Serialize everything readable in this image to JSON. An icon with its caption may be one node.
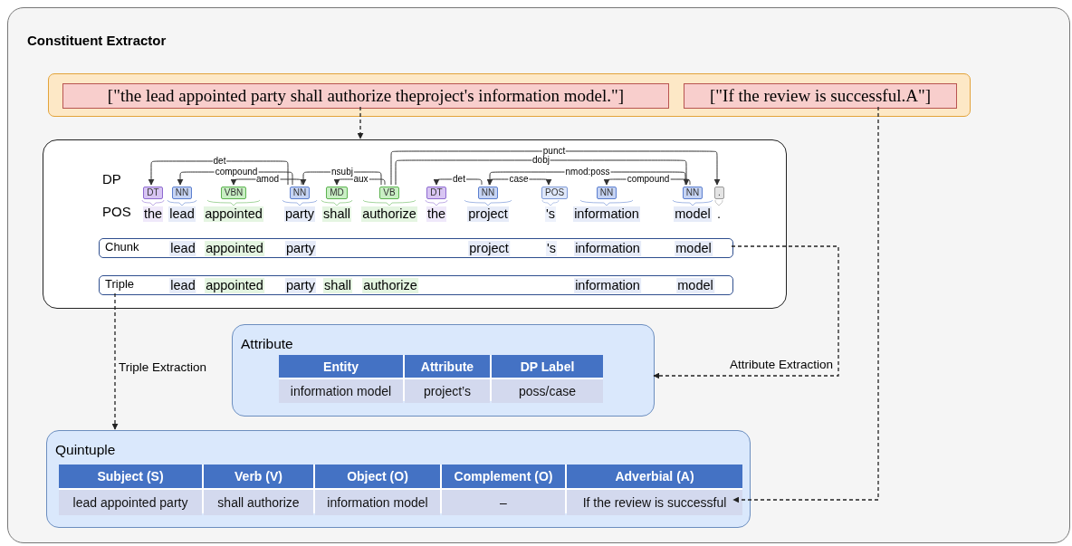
{
  "diagram": {
    "nodes": [
      {
        "text": [
          "Constituent Extractor"
        ]
      },
      {
        "text": [],
        "shape": "box",
        "in": 0
      },
      {
        "text": [
          "[\"the lead appointed party shall authorize theproject's information model.\"]"
        ],
        "in": 1
      },
      {
        "text": [
          "[\"If the review is successful.A\"]"
        ],
        "in": 1
      },
      {
        "text": [
          "DP",
          "POS"
        ],
        "in": 0
      },
      {
        "text": [
          "DT",
          "the"
        ],
        "in": 4
      },
      {
        "text": [
          "NN",
          "lead"
        ],
        "in": 4
      },
      {
        "text": [
          "VBN",
          "appointed"
        ],
        "in": 4
      },
      {
        "text": [
          "NN",
          "party"
        ],
        "in": 4
      },
      {
        "text": [
          "MD",
          "shall"
        ],
        "in": 4
      },
      {
        "text": [
          "VB",
          "authorize"
        ],
        "in": 4
      },
      {
        "text": [
          "DT",
          "the"
        ],
        "in": 4
      },
      {
        "text": [
          "NN",
          "project"
        ],
        "in": 4
      },
      {
        "text": [
          "POS",
          "'s"
        ],
        "in": 4
      },
      {
        "text": [
          "NN",
          "information"
        ],
        "in": 4
      },
      {
        "text": [
          "NN",
          "model"
        ],
        "in": 4
      },
      {
        "text": [
          ".",
          "."
        ],
        "in": 4
      },
      {
        "text": [
          "Chunk",
          "lead",
          "appointed",
          "party",
          "project",
          "'s",
          "information",
          "model"
        ],
        "in": 4
      },
      {
        "text": [
          "Triple",
          "lead",
          "appointed",
          "party",
          "shall",
          "authorize",
          "information",
          "model"
        ],
        "in": 4
      },
      {
        "text": [
          "Attribute"
        ],
        "in": 0
      },
      {
        "text": [
          "Entity",
          "Attribute",
          "DP Label",
          "information model",
          "project’s",
          "poss/case"
        ],
        "in": 19
      },
      {
        "text": [
          "Quintuple"
        ],
        "in": 0
      },
      {
        "text": [
          "Subject (S)",
          "Verb (V)",
          "Object (O)",
          "Complement (O)",
          "Adverbial (A)",
          "lead appointed party",
          "shall authorize",
          "information model",
          "–",
          "If the review is successful"
        ],
        "in": 21
      }
    ],
    "edges": [
      {
        "from": 2,
        "to": 4,
        "arrow": "to",
        "style": "dashed"
      },
      {
        "from": 3,
        "to": 22,
        "arrow": "to",
        "style": "dashed"
      },
      {
        "from": 17,
        "to": 19,
        "arrow": "to",
        "style": "dashed",
        "label": "Attribute Extraction"
      },
      {
        "from": 18,
        "to": 21,
        "arrow": "to",
        "style": "dashed",
        "label": "Triple Extraction"
      },
      {
        "from": 8,
        "to": 5,
        "arrow": "to",
        "label": "det"
      },
      {
        "from": 8,
        "to": 6,
        "arrow": "to",
        "label": "compound"
      },
      {
        "from": 8,
        "to": 7,
        "arrow": "to",
        "label": "amod"
      },
      {
        "from": 10,
        "to": 8,
        "arrow": "to",
        "label": "nsubj"
      },
      {
        "from": 10,
        "to": 9,
        "arrow": "to",
        "label": "aux"
      },
      {
        "from": 10,
        "to": 16,
        "arrow": "to",
        "label": "punct"
      },
      {
        "from": 10,
        "to": 15,
        "arrow": "to",
        "label": "dobj"
      },
      {
        "from": 12,
        "to": 11,
        "arrow": "to",
        "label": "det"
      },
      {
        "from": 12,
        "to": 13,
        "arrow": "to",
        "label": "case"
      },
      {
        "from": 15,
        "to": 12,
        "arrow": "to",
        "label": "nmod:poss"
      },
      {
        "from": 15,
        "to": 14,
        "arrow": "to",
        "label": "compound"
      }
    ]
  }
}
